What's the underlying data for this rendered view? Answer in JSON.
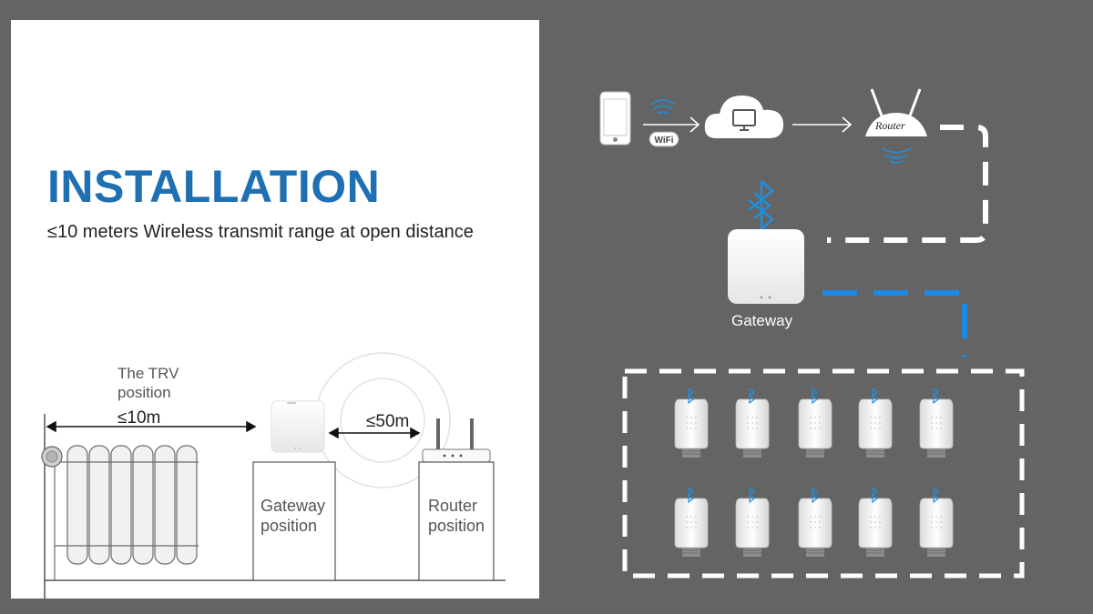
{
  "left_panel": {
    "title": "INSTALLATION",
    "subtitle": "≤10 meters Wireless transmit range at open distance",
    "trv_position_label": "The TRV position",
    "trv_distance_label": "≤10m",
    "router_distance_label": "≤50m",
    "gateway_position_label": "Gateway position",
    "router_position_label": "Router position"
  },
  "right_panel": {
    "phone_icon": "smartphone-icon",
    "wifi_badge": "WiFi",
    "cloud_icon": "cloud-icon",
    "router_logo": "Router",
    "bluetooth_icon": "bluetooth-icon",
    "gateway_label": "Gateway",
    "trv_device_icon": "trv-thermostat-icon",
    "trv_device_count": 10
  },
  "colors": {
    "background": "#656465",
    "panel": "#ffffff",
    "title_blue": "#1f6fb3",
    "bluetooth_blue": "#1e90e0",
    "dashed_white": "#ffffff",
    "dashed_blue": "#1e88e5"
  }
}
